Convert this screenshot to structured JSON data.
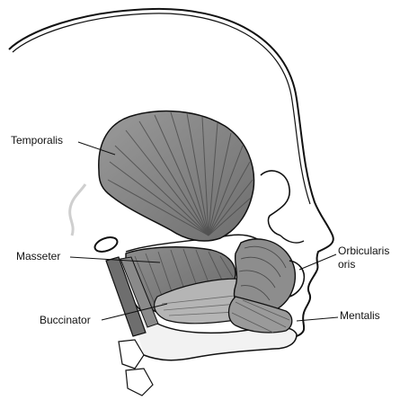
{
  "labels": {
    "temporalis": "Temporalis",
    "masseter": "Masseter",
    "buccinator": "Buccinator",
    "orbicularis_line1": "Orbicularis",
    "orbicularis_line2": "oris",
    "mentalis": "Mentalis"
  },
  "colors": {
    "outline": "#111111",
    "muscle_fill": "#8a8a8a",
    "muscle_dark": "#5e5e5e",
    "muscle_light": "#b5b5b5",
    "bone_fill": "#f2f2f2",
    "soft_gray": "#cfcfcf"
  }
}
